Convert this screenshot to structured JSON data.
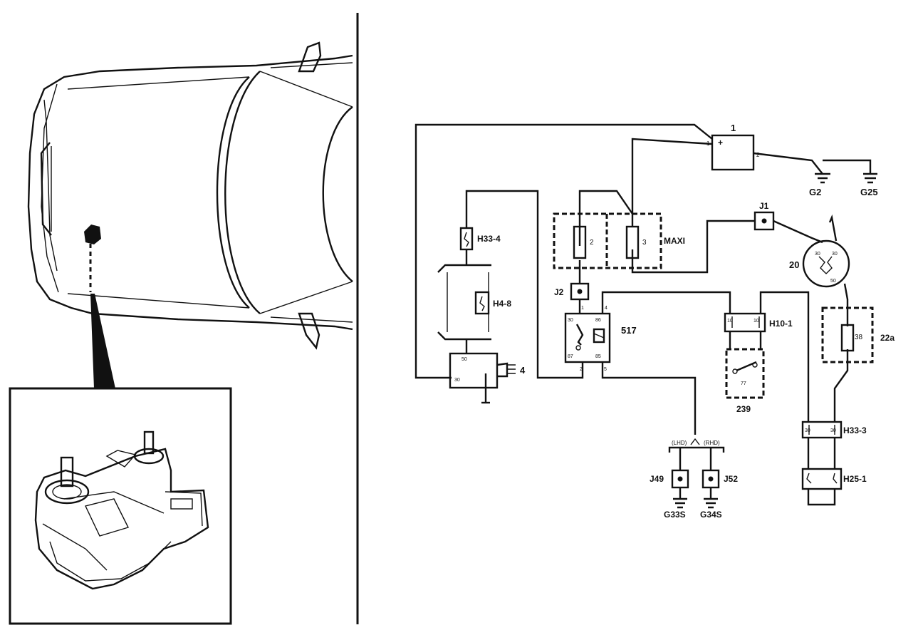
{
  "components": {
    "battery": "1",
    "battery_pin_plus": "1",
    "battery_pin_minus": "2",
    "battery_sign": "+",
    "ground_g2": "G2",
    "ground_g25": "G25",
    "fuse_2": "2",
    "fuse_3": "3",
    "maxi_box": "MAXI",
    "junction_j1": "J1",
    "junction_j2": "J2",
    "starter_motor": "20",
    "starter_pin_a": "30",
    "starter_pin_b": "30",
    "starter_pin_c": "50",
    "fuse_box_22a": "22a",
    "fuse_38": "38",
    "relay": "517",
    "relay_pin_30": "30",
    "relay_pin_1": "1",
    "relay_pin_86": "86",
    "relay_pin_4": "4",
    "relay_pin_87": "87",
    "relay_pin_85": "85",
    "relay_pin_2": "2",
    "relay_pin_5": "5",
    "connector_h10_1": "H10-1",
    "h10_pin_a": "10",
    "h10_pin_b": "10",
    "switch_239": "239",
    "switch_pin": "77",
    "connector_h33_4": "H33-4",
    "connector_h4_8": "H4-8",
    "ecu_4": "4",
    "ecu_pin_top": "50",
    "ecu_pin_left": "30",
    "connector_h33_3": "H33-3",
    "h33_3_pin_a": "30",
    "h33_3_pin_b": "30",
    "connector_h25_1": "H25-1",
    "junction_j49": "J49",
    "junction_j52": "J52",
    "ground_g33s": "G33S",
    "ground_g34s": "G34S",
    "lhd": "(LHD)",
    "rhd": "(RHD)"
  }
}
